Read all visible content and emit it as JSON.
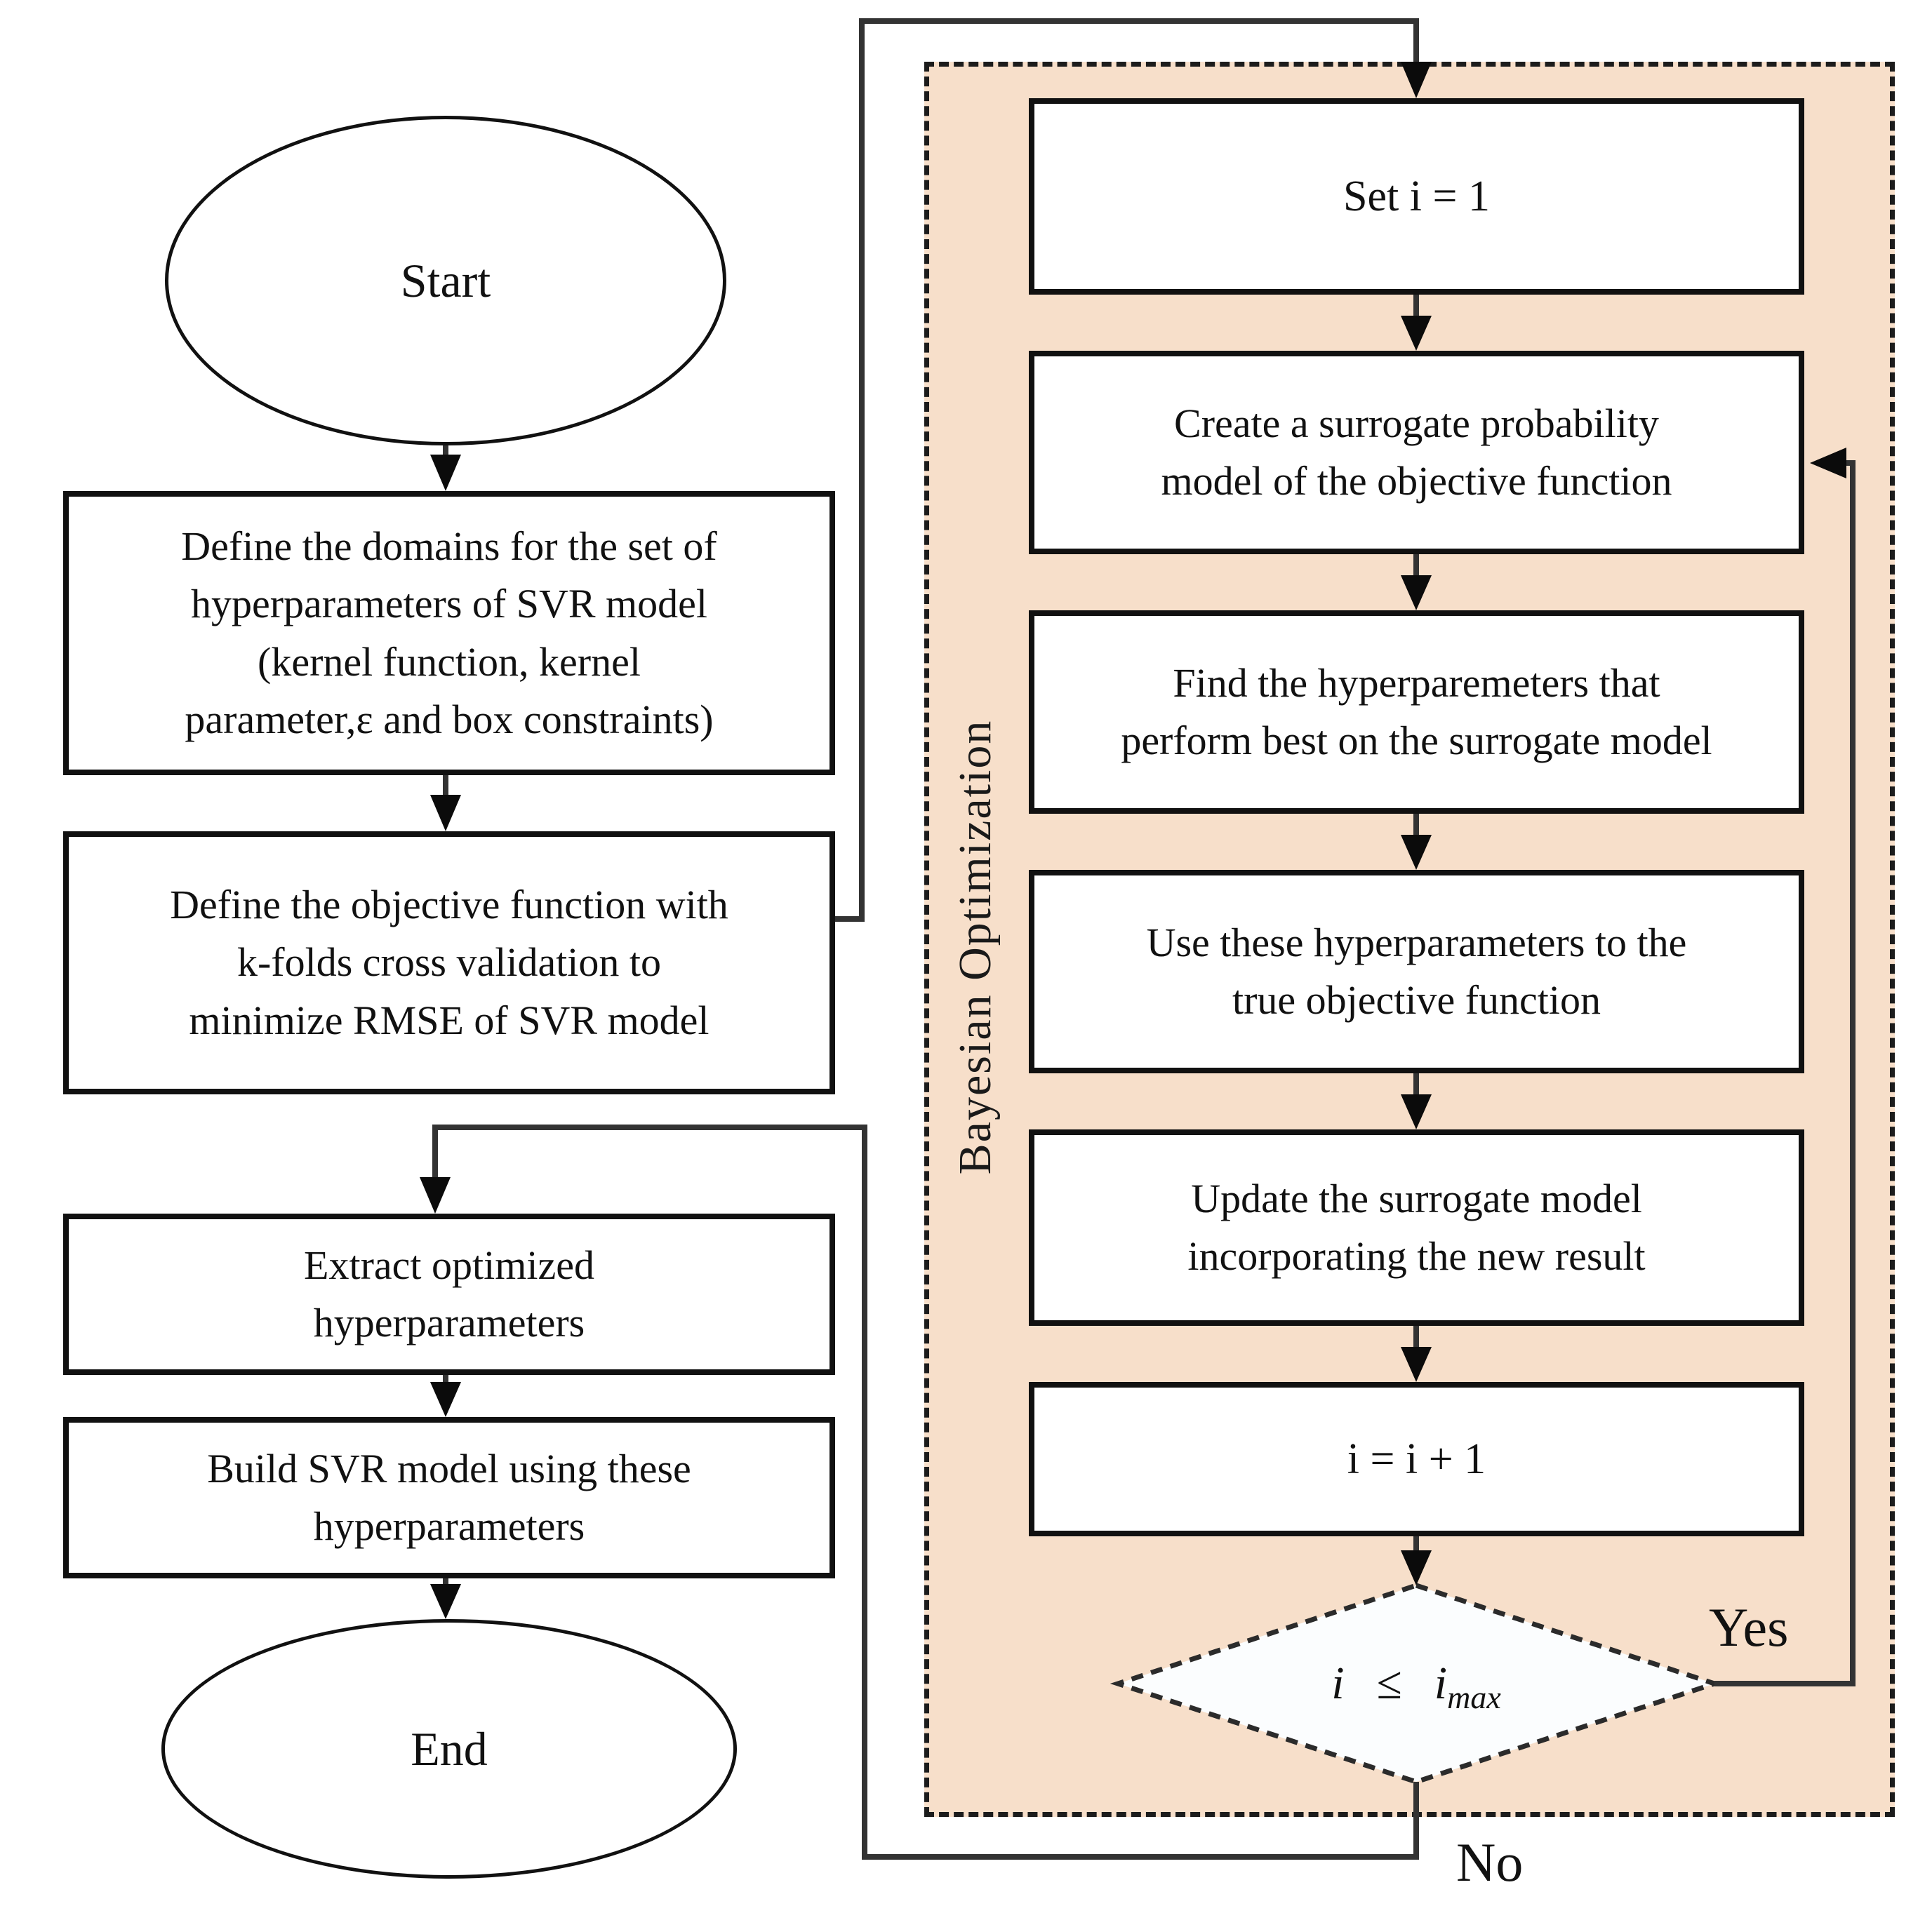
{
  "left_flow": {
    "start_label": "Start",
    "steps": [
      {
        "id": "define-domains",
        "lines": [
          "Define the domains for the set of",
          "hyperparameters of SVR model",
          "(kernel function, kernel",
          "parameter,ε and box constraints)"
        ]
      },
      {
        "id": "define-objective",
        "lines": [
          "Define the objective function with",
          "k-folds cross validation to",
          "minimize RMSE of SVR model"
        ]
      },
      {
        "id": "extract-hyperparameters",
        "lines": [
          "Extract optimized",
          "hyperparameters"
        ]
      },
      {
        "id": "build-svr",
        "lines": [
          "Build SVR model using these",
          "hyperparameters"
        ]
      }
    ],
    "end_label": "End"
  },
  "bo_region": {
    "label": "Bayesian Optimization",
    "steps": [
      {
        "id": "set-i",
        "lines": [
          "Set i = 1"
        ]
      },
      {
        "id": "create-surrogate",
        "lines": [
          "Create a surrogate probability",
          "model of the objective function"
        ]
      },
      {
        "id": "find-hyperparameters",
        "lines": [
          "Find the hyperparemeters that",
          "perform best on the surrogate model"
        ]
      },
      {
        "id": "use-hyperparameters",
        "lines": [
          "Use these hyperparameters to the",
          "true objective function"
        ]
      },
      {
        "id": "update-surrogate",
        "lines": [
          "Update the surrogate model",
          "incorporating the new result"
        ]
      },
      {
        "id": "increment-i",
        "lines": [
          "i = i + 1"
        ]
      }
    ],
    "decision": {
      "var1": "i",
      "operator": "≤",
      "var2_base": "i",
      "var2_sub": "max"
    },
    "yes_label": "Yes",
    "no_label": "No"
  },
  "colors": {
    "region_fill": "#f7dfca",
    "box_fill": "#ffffff",
    "line": "#333333",
    "border": "#111111",
    "diamond_fill": "#fbfdfe"
  }
}
